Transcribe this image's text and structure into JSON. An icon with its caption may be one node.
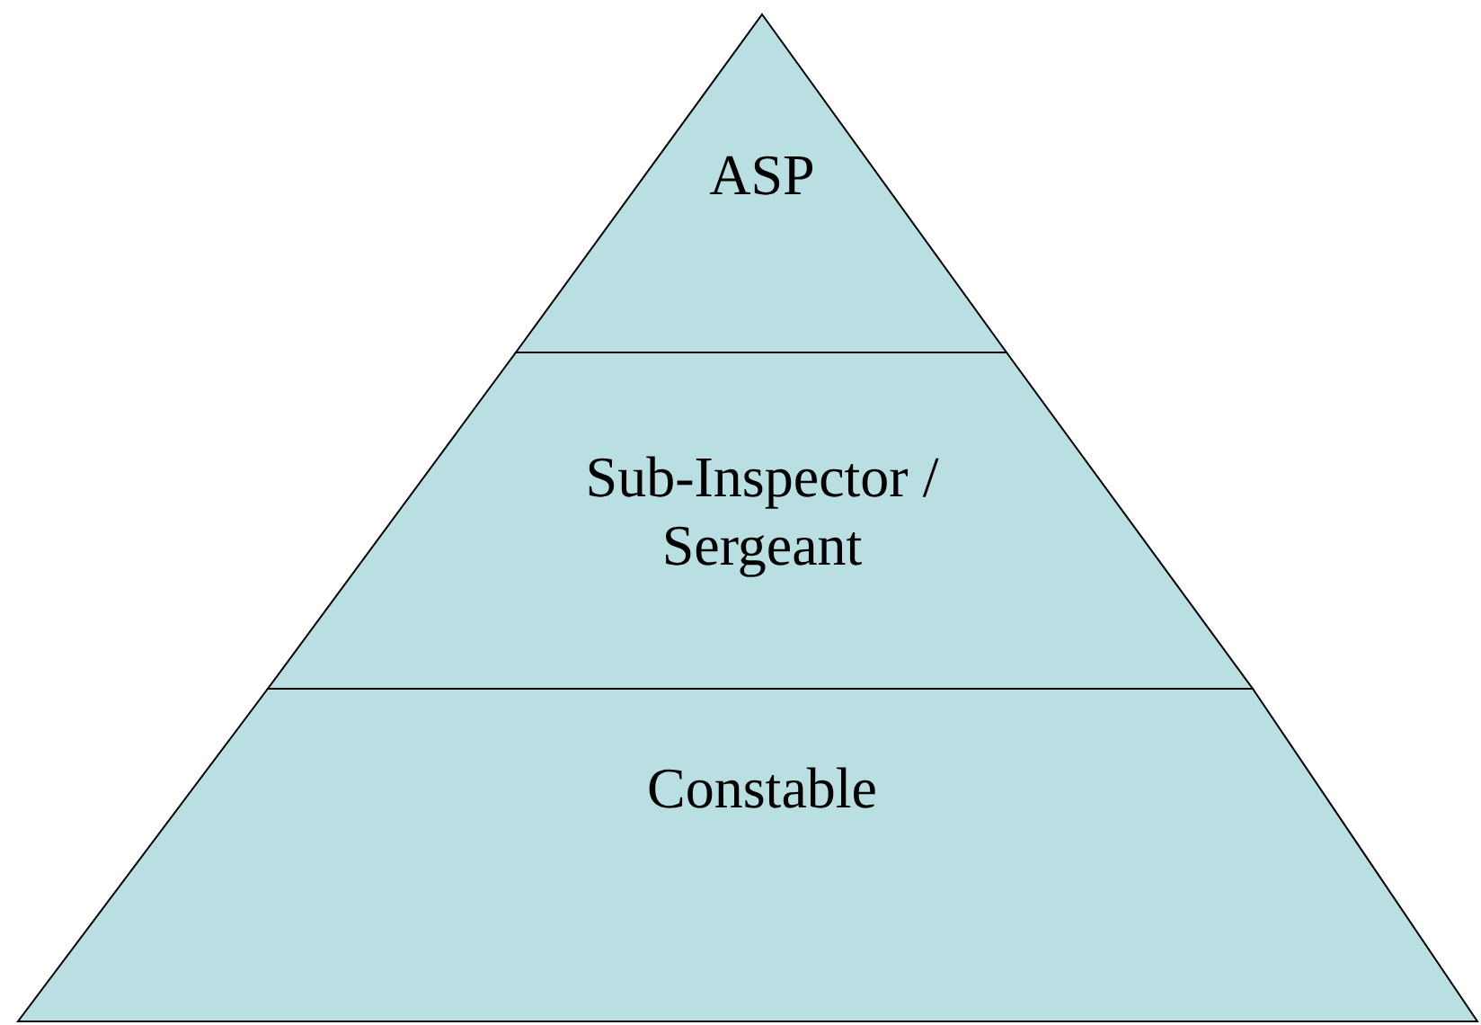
{
  "diagram": {
    "nodes": [
      {
        "text": [
          "ASP"
        ]
      },
      {
        "text": [
          "Sub-Inspector / Sergeant"
        ]
      },
      {
        "text": [
          "Constable"
        ]
      }
    ]
  }
}
